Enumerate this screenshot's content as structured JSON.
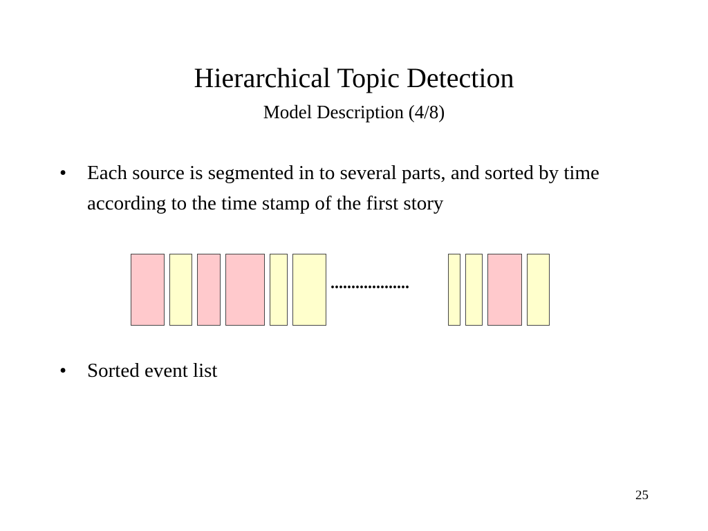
{
  "slide": {
    "title": "Hierarchical Topic Detection",
    "subtitle": "Model Description (4/8)",
    "bullets": [
      {
        "marker": "•",
        "text": "Each source is segmented in to several parts, and sorted by time according to the time stamp of the first story"
      },
      {
        "marker": "•",
        "text": "Sorted event list"
      }
    ],
    "ellipsis": "...................",
    "page_number": "25"
  },
  "colors": {
    "pink": "#ffc9cc",
    "yellow": "#ffffcc",
    "border": "#444444"
  }
}
